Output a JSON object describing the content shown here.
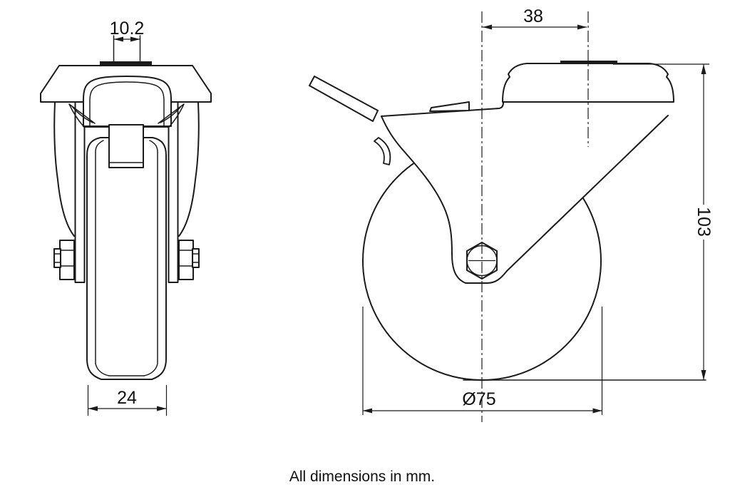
{
  "drawing": {
    "note": "All dimensions in mm.",
    "dimensions": {
      "bolt_hole_width": "10.2",
      "swivel_offset": "38",
      "overall_height": "103",
      "wheel_width": "24",
      "wheel_diameter": "Ø75"
    },
    "colors": {
      "line": "#1b1b1b",
      "background": "#ffffff"
    }
  }
}
